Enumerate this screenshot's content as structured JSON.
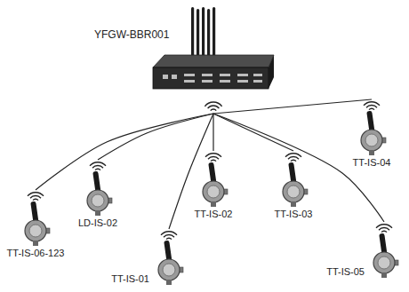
{
  "diagram": {
    "nodes": [
      {
        "text": [
          "YFGW-BBR001"
        ]
      },
      {
        "text": [
          "TT-IS-06-123"
        ]
      },
      {
        "text": [
          "LD-IS-02"
        ]
      },
      {
        "text": [
          "TT-IS-02"
        ]
      },
      {
        "text": [
          "TT-IS-03"
        ]
      },
      {
        "text": [
          "TT-IS-04"
        ]
      },
      {
        "text": [
          "TT-IS-01"
        ]
      },
      {
        "text": [
          "TT-IS-05"
        ]
      }
    ],
    "edges": [
      {
        "from": 0,
        "to": 1,
        "arrow": "none"
      },
      {
        "from": 0,
        "to": 2,
        "arrow": "none"
      },
      {
        "from": 0,
        "to": 3,
        "arrow": "none"
      },
      {
        "from": 0,
        "to": 6,
        "arrow": "none"
      },
      {
        "from": 0,
        "to": 4,
        "arrow": "none"
      },
      {
        "from": 0,
        "to": 7,
        "arrow": "none"
      },
      {
        "from": 0,
        "to": 5,
        "arrow": "none"
      }
    ]
  }
}
